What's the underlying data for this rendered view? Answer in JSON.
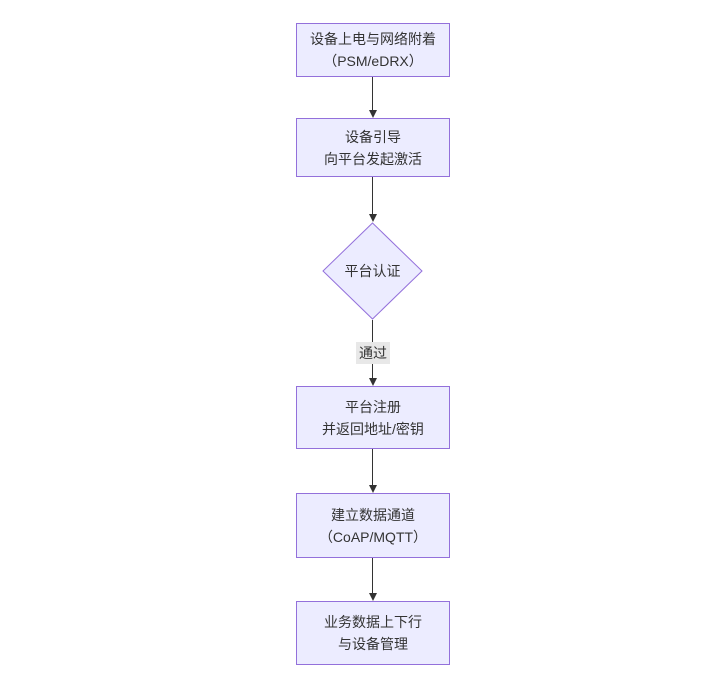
{
  "diagram": {
    "type": "flowchart",
    "direction": "top-down",
    "colors": {
      "canvas_bg": "#ffffff",
      "node_fill": "#ECECFF",
      "node_border": "#9370DB",
      "text_color": "#333333",
      "arrow_color": "#333333",
      "edge_label_bg": "#e8e8e8"
    },
    "nodes": [
      {
        "id": "device-power-attach",
        "shape": "rect",
        "lines": [
          "设备上电与网络附着",
          "（PSM/eDRX）"
        ]
      },
      {
        "id": "device-bootstrap",
        "shape": "rect",
        "lines": [
          "设备引导",
          "向平台发起激活"
        ]
      },
      {
        "id": "platform-auth",
        "shape": "diamond",
        "lines": [
          "平台认证"
        ]
      },
      {
        "id": "platform-register",
        "shape": "rect",
        "lines": [
          "平台注册",
          "并返回地址/密钥"
        ]
      },
      {
        "id": "data-channel",
        "shape": "rect",
        "lines": [
          "建立数据通道",
          "（CoAP/MQTT）"
        ]
      },
      {
        "id": "business-data",
        "shape": "rect",
        "lines": [
          "业务数据上下行",
          "与设备管理"
        ]
      }
    ],
    "edges": [
      {
        "from": "device-power-attach",
        "to": "device-bootstrap",
        "label": ""
      },
      {
        "from": "device-bootstrap",
        "to": "platform-auth",
        "label": ""
      },
      {
        "from": "platform-auth",
        "to": "platform-register",
        "label": "通过"
      },
      {
        "from": "platform-register",
        "to": "data-channel",
        "label": ""
      },
      {
        "from": "data-channel",
        "to": "business-data",
        "label": ""
      }
    ]
  }
}
